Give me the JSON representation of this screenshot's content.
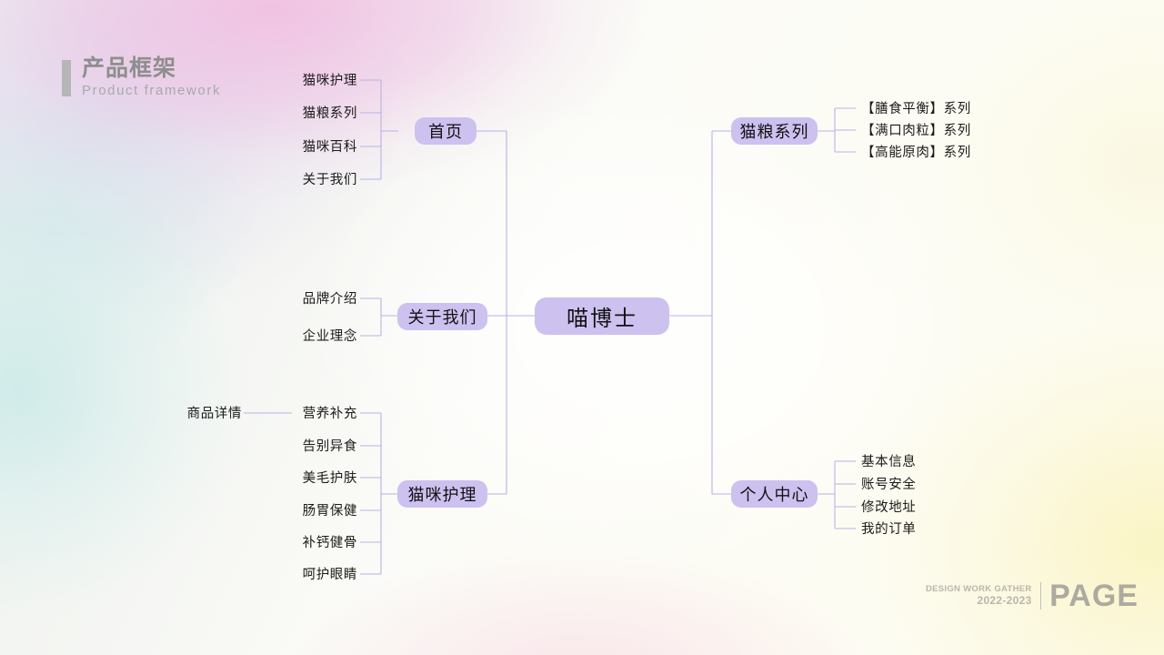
{
  "header": {
    "title_cn": "产品框架",
    "title_en": "Product framework"
  },
  "root": {
    "label": "喵博士"
  },
  "branches": {
    "home": {
      "label": "首页",
      "leaves": [
        "猫咪护理",
        "猫粮系列",
        "猫咪百科",
        "关于我们"
      ]
    },
    "about": {
      "label": "关于我们",
      "leaves": [
        "品牌介绍",
        "企业理念"
      ]
    },
    "care": {
      "label": "猫咪护理",
      "leaves": [
        "营养补充",
        "告别异食",
        "美毛护肤",
        "肠胃保健",
        "补钙健骨",
        "呵护眼睛"
      ],
      "detail_label": "商品详情"
    },
    "food": {
      "label": "猫粮系列",
      "leaves": [
        "【膳食平衡】系列",
        "【满口肉粒】系列",
        "【高能原肉】系列"
      ]
    },
    "account": {
      "label": "个人中心",
      "leaves": [
        "基本信息",
        "账号安全",
        "修改地址",
        "我的订单"
      ]
    }
  },
  "footer": {
    "line1": "DESIGN WORK GATHER",
    "line2": "2022-2023",
    "page": "PAGE"
  },
  "colors": {
    "node_fill": "#cdc1f0",
    "wire": "#bdb0e6",
    "header_gray": "#8e8e8e",
    "footer_gray": "#adaaa0"
  }
}
